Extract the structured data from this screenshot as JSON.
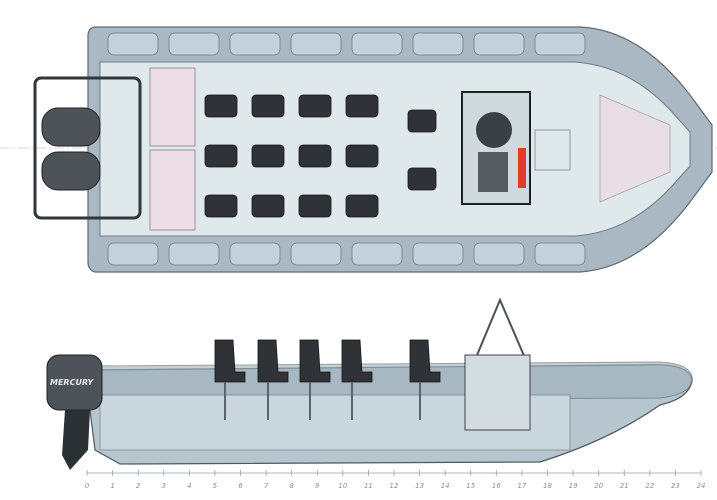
{
  "engine_brand": "MERCURY",
  "ruler": {
    "labels": [
      "0",
      "1",
      "2",
      "3",
      "4",
      "5",
      "6",
      "7",
      "8",
      "9",
      "10",
      "11",
      "12",
      "13",
      "14",
      "15",
      "16",
      "17",
      "18",
      "19",
      "20",
      "21",
      "22",
      "23",
      "24"
    ]
  },
  "top_view": {
    "seat_rows": 3,
    "seats_per_row": 4,
    "helm_seats": 2
  },
  "side_view": {
    "seat_count": 5
  },
  "colors": {
    "hull": "#a9b8c3",
    "deck": "#dfe9ec",
    "seat": "#2f3337",
    "accent_red": "#e03a2a",
    "pink_panel": "#ecdde6"
  }
}
